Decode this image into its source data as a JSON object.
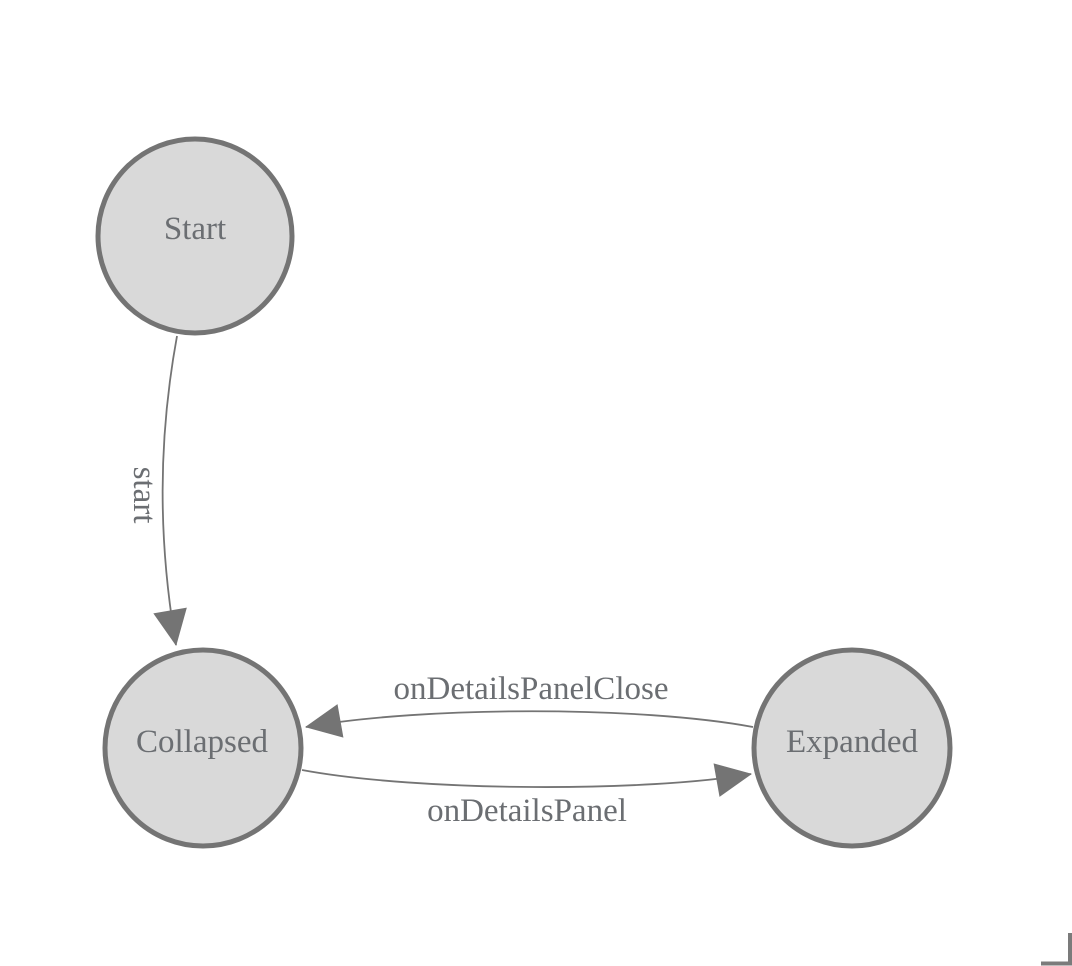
{
  "diagram": {
    "type": "state-machine-diagram",
    "background_color": "#ffffff",
    "node_fill_color": "#d9d9d9",
    "node_stroke_color": "#747474",
    "edge_color": "#747474",
    "text_color": "#6b6e72",
    "nodes": [
      {
        "id": "Start",
        "label": "Start"
      },
      {
        "id": "Collapsed",
        "label": "Collapsed"
      },
      {
        "id": "Expanded",
        "label": "Expanded"
      }
    ],
    "edges": [
      {
        "from": "Start",
        "to": "Collapsed",
        "label": "start"
      },
      {
        "from": "Expanded",
        "to": "Collapsed",
        "label": "onDetailsPanelClose"
      },
      {
        "from": "Collapsed",
        "to": "Expanded",
        "label": "onDetailsPanel"
      }
    ]
  }
}
